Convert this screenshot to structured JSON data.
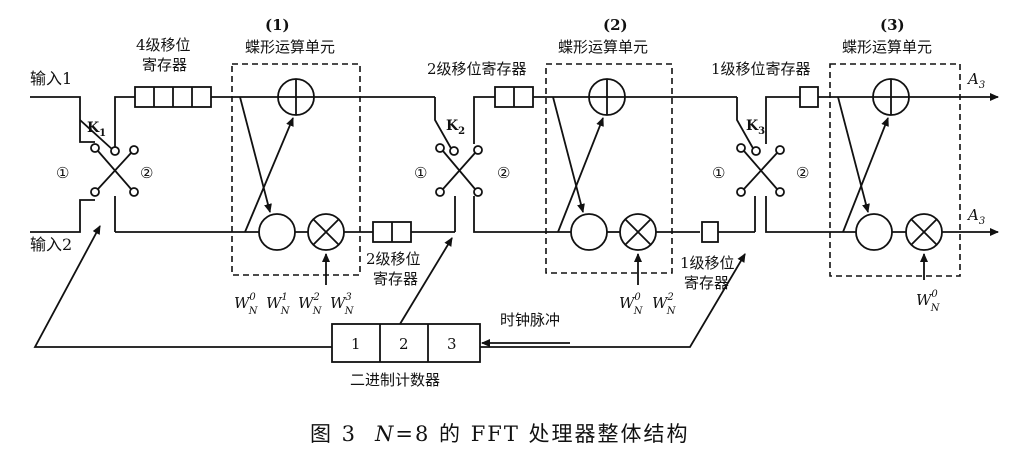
{
  "inputs": {
    "in1": "输入1",
    "in2": "输入2"
  },
  "stages": [
    {
      "num": "(1)",
      "title": "蝶形运算单元"
    },
    {
      "num": "(2)",
      "title": "蝶形运算单元"
    },
    {
      "num": "(3)",
      "title": "蝶形运算单元"
    }
  ],
  "registers": {
    "r4_line1": "4级移位",
    "r4_line2": "寄存器",
    "r2_top": "2级移位寄存器",
    "r2_bot_line1": "2级移位",
    "r2_bot_line2": "寄存器",
    "r1_top": "1级移位寄存器",
    "r1_bot_line1": "1级移位",
    "r1_bot_line2": "寄存器"
  },
  "switches": [
    {
      "k": "K",
      "sub": "1",
      "left": "①",
      "right": "②"
    },
    {
      "k": "K",
      "sub": "2",
      "left": "①",
      "right": "②"
    },
    {
      "k": "K",
      "sub": "3",
      "left": "①",
      "right": "②"
    }
  ],
  "twiddles": {
    "stage1": [
      {
        "w": "W",
        "sub": "N",
        "sup": "0"
      },
      {
        "w": "W",
        "sub": "N",
        "sup": "1"
      },
      {
        "w": "W",
        "sub": "N",
        "sup": "2"
      },
      {
        "w": "W",
        "sub": "N",
        "sup": "3"
      }
    ],
    "stage2": [
      {
        "w": "W",
        "sub": "N",
        "sup": "0"
      },
      {
        "w": "W",
        "sub": "N",
        "sup": "2"
      }
    ],
    "stage3": [
      {
        "w": "W",
        "sub": "N",
        "sup": "0"
      }
    ]
  },
  "outputs": {
    "top": "A",
    "top_sub": "3",
    "bottom": "A",
    "bottom_sub": "3"
  },
  "counter": {
    "cells": [
      "1",
      "2",
      "3"
    ],
    "label": "二进制计数器"
  },
  "clock": "时钟脉冲",
  "caption": {
    "prefix": "图 3",
    "var": "N",
    "rest": "=8 的 FFT 处理器整体结构"
  }
}
